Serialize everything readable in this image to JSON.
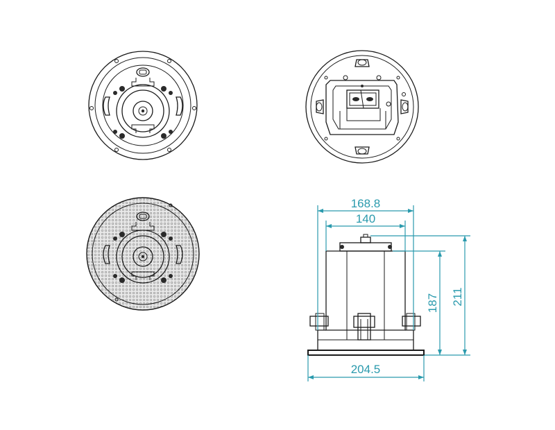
{
  "colors": {
    "line": "#1a1a1a",
    "dimension": "#2a9aad",
    "grille": "#a0a0a0"
  },
  "dimensions": {
    "width_outer": "168.8",
    "width_inner": "140",
    "height_inner": "187",
    "height_outer": "211",
    "flange_width": "204.5"
  }
}
